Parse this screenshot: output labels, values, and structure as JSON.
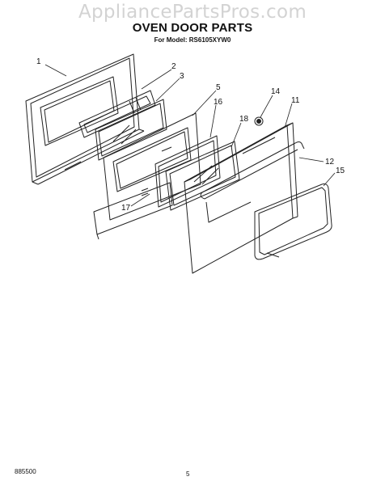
{
  "watermark": "AppliancePartsPros.com",
  "title": "OVEN DOOR PARTS",
  "subtitle": "For Model: RS6105XYW0",
  "footer": {
    "left": "885500",
    "page": "5"
  },
  "callouts": [
    "1",
    "2",
    "3",
    "5",
    "16",
    "14",
    "11",
    "18",
    "12",
    "15",
    "17"
  ],
  "colors": {
    "line": "#222222",
    "watermark": "#d3d3d3"
  }
}
